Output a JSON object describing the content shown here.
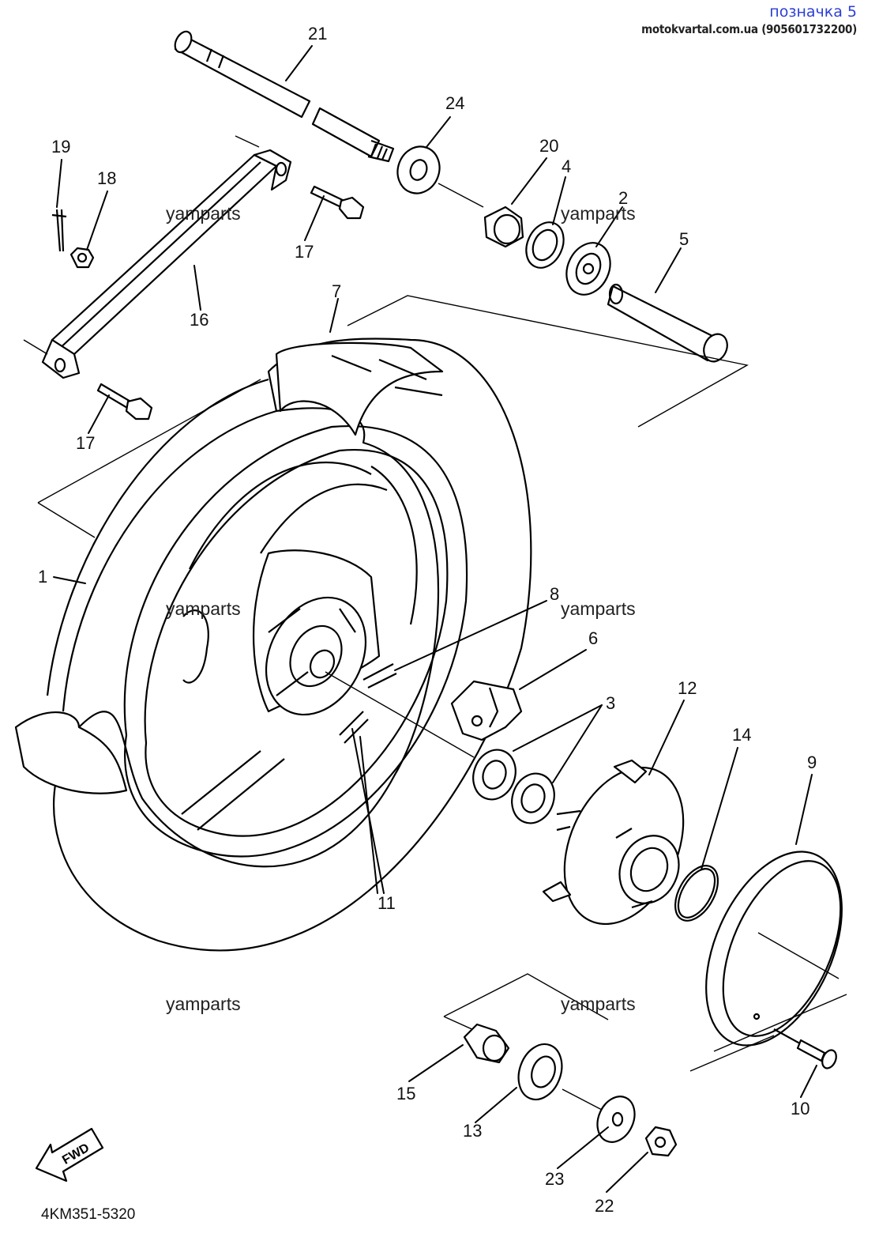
{
  "header": {
    "mark": "позначка 5",
    "site": "motokvartal.com.ua (905601732200)"
  },
  "watermarks": [
    "yamparts",
    "yamparts",
    "yamparts",
    "yamparts",
    "yamparts",
    "yamparts"
  ],
  "callouts": [
    "21",
    "24",
    "20",
    "4",
    "2",
    "5",
    "19",
    "18",
    "17",
    "16",
    "17",
    "7",
    "1",
    "8",
    "6",
    "3",
    "12",
    "14",
    "9",
    "11",
    "15",
    "13",
    "23",
    "22",
    "10"
  ],
  "fwd_label": "FWD",
  "diagram_code": "4KM351-5320",
  "colors": {
    "line": "#000000",
    "header_mark": "#2a3fd6"
  }
}
